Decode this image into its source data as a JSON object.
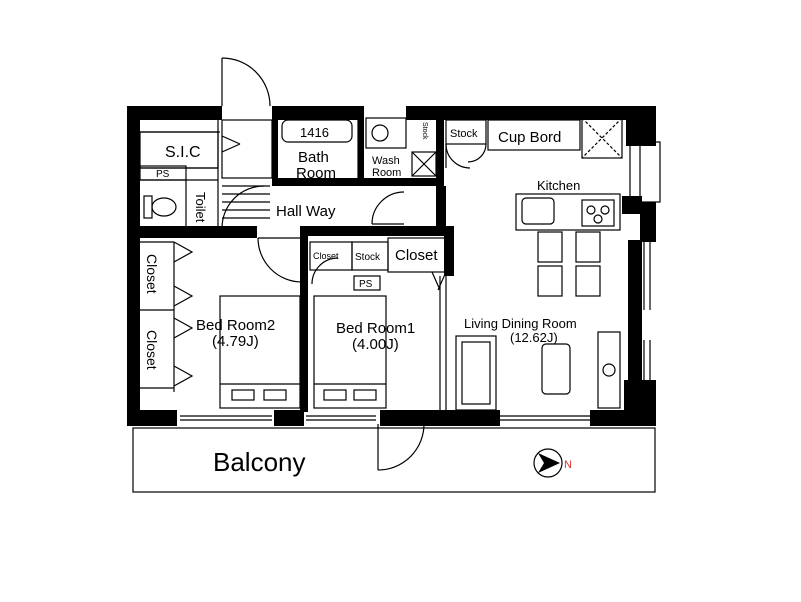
{
  "rooms": {
    "sic": "S.I.C",
    "ps_top": "PS",
    "toilet": "Toilet",
    "bath_line1": "Bath",
    "bath_line2": "Room",
    "bath_size": "1416",
    "wash_line1": "Wash",
    "wash_line2": "Room",
    "stock_small": "Stock",
    "stock_top": "Stock",
    "cupboard": "Cup Bord",
    "kitchen": "Kitchen",
    "hallway": "Hall Way",
    "closet_small": "Closet",
    "stock_mid": "Stock",
    "closet_mid": "Closet",
    "ps_mid": "PS",
    "closet_left1": "Closet",
    "closet_left2": "Closet",
    "bedroom2": "Bed Room2",
    "bedroom2_size": "(4.79J)",
    "bedroom1": "Bed Room1",
    "bedroom1_size": "(4.00J)",
    "ldk": "Living Dining Room",
    "ldk_size": "(12.62J)",
    "balcony": "Balcony"
  },
  "compass": {
    "label": "N",
    "color": "#e0302a"
  },
  "colors": {
    "wall": "#000000",
    "line": "#000000",
    "background": "#ffffff"
  }
}
